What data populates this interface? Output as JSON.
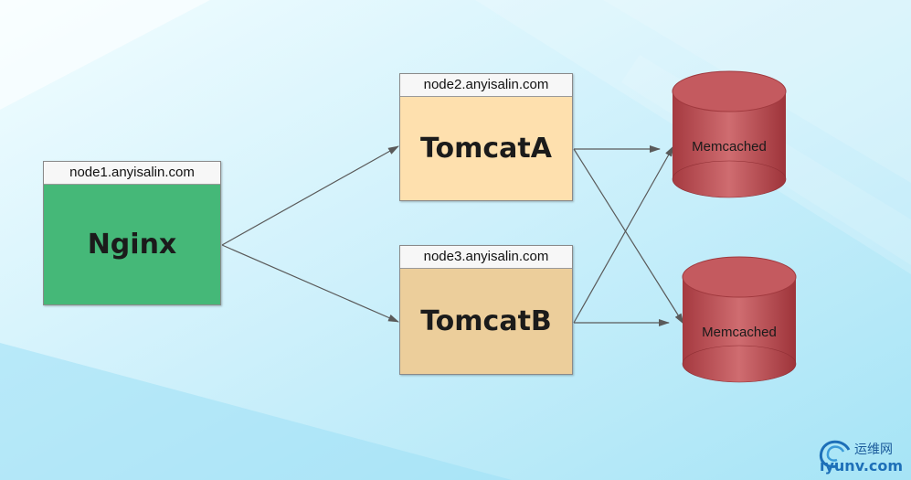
{
  "colors": {
    "nginx": "#45b878",
    "tomcat_a": "#fee0ae",
    "tomcat_b": "#ecce9b",
    "memcached": "#b8444a",
    "memcached_top": "#c95c61",
    "arrow": "#5a5a5a"
  },
  "nodes": {
    "nginx": {
      "host": "node1.anyisalin.com",
      "label": "Nginx"
    },
    "tomcat_a": {
      "host": "node2.anyisalin.com",
      "label": "TomcatA"
    },
    "tomcat_b": {
      "host": "node3.anyisalin.com",
      "label": "TomcatB"
    }
  },
  "databases": [
    {
      "label": "Memcached"
    },
    {
      "label": "Memcached"
    }
  ],
  "logo": {
    "text_top": "运维网",
    "text_bottom": "iyunv.com",
    "icon": "swirl-logo-icon"
  }
}
